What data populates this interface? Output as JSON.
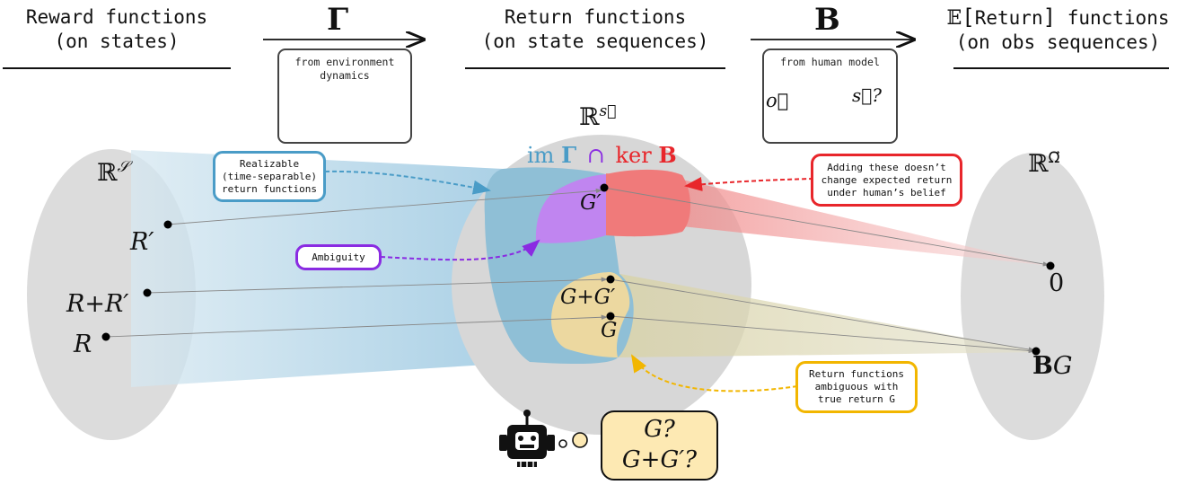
{
  "headers": {
    "left_line1": "Reward functions",
    "left_line2": "(on states)",
    "middle_line1": "Return functions",
    "middle_line2": "(on state sequences)",
    "right_prefix": "𝔼",
    "right_inner": "Return",
    "right_line1_suffix": "functions",
    "right_line2": "(on obs sequences)"
  },
  "arrows": {
    "gamma_label": "Γ",
    "b_label": "B"
  },
  "boxes": {
    "gamma_caption": "from environment\ndynamics",
    "b_caption": "from human model",
    "b_obs": "o⃗",
    "b_states": "s⃗?"
  },
  "spaces": {
    "left": "ℝ",
    "left_sup": "𝒮",
    "middle": "ℝ",
    "middle_sup": "s⃗",
    "right": "ℝ",
    "right_sup": "Ω⃗"
  },
  "subspaces": {
    "im_prefix": "im",
    "im_bold": "Γ",
    "cap": "∩",
    "ker_prefix": "ker",
    "ker_bold": "B"
  },
  "points": {
    "r_prime": "R′",
    "r_plus_r_prime": "R+R′",
    "r": "R",
    "g_prime": "G′",
    "g_plus_g_prime": "G+G′",
    "g": "G",
    "zero": "0",
    "bg_bold": "B",
    "bg_rest": "G"
  },
  "callouts": {
    "realizable": "Realizable\n(time-separable)\nreturn functions",
    "ambiguity": "Ambiguity",
    "adding": "Adding these doesn’t\nchange expected return\nunder human’s belief",
    "ambiguous_return": "Return functions\nambiguous with\ntrue return G"
  },
  "robot_thought": {
    "line1": "G?",
    "line2": "G+G′?"
  },
  "colors": {
    "im": "#4a9cc7",
    "ker": "#e8262b",
    "purple": "#8a2be2",
    "amber": "#f2b600",
    "gray": "#dcdcdc"
  }
}
